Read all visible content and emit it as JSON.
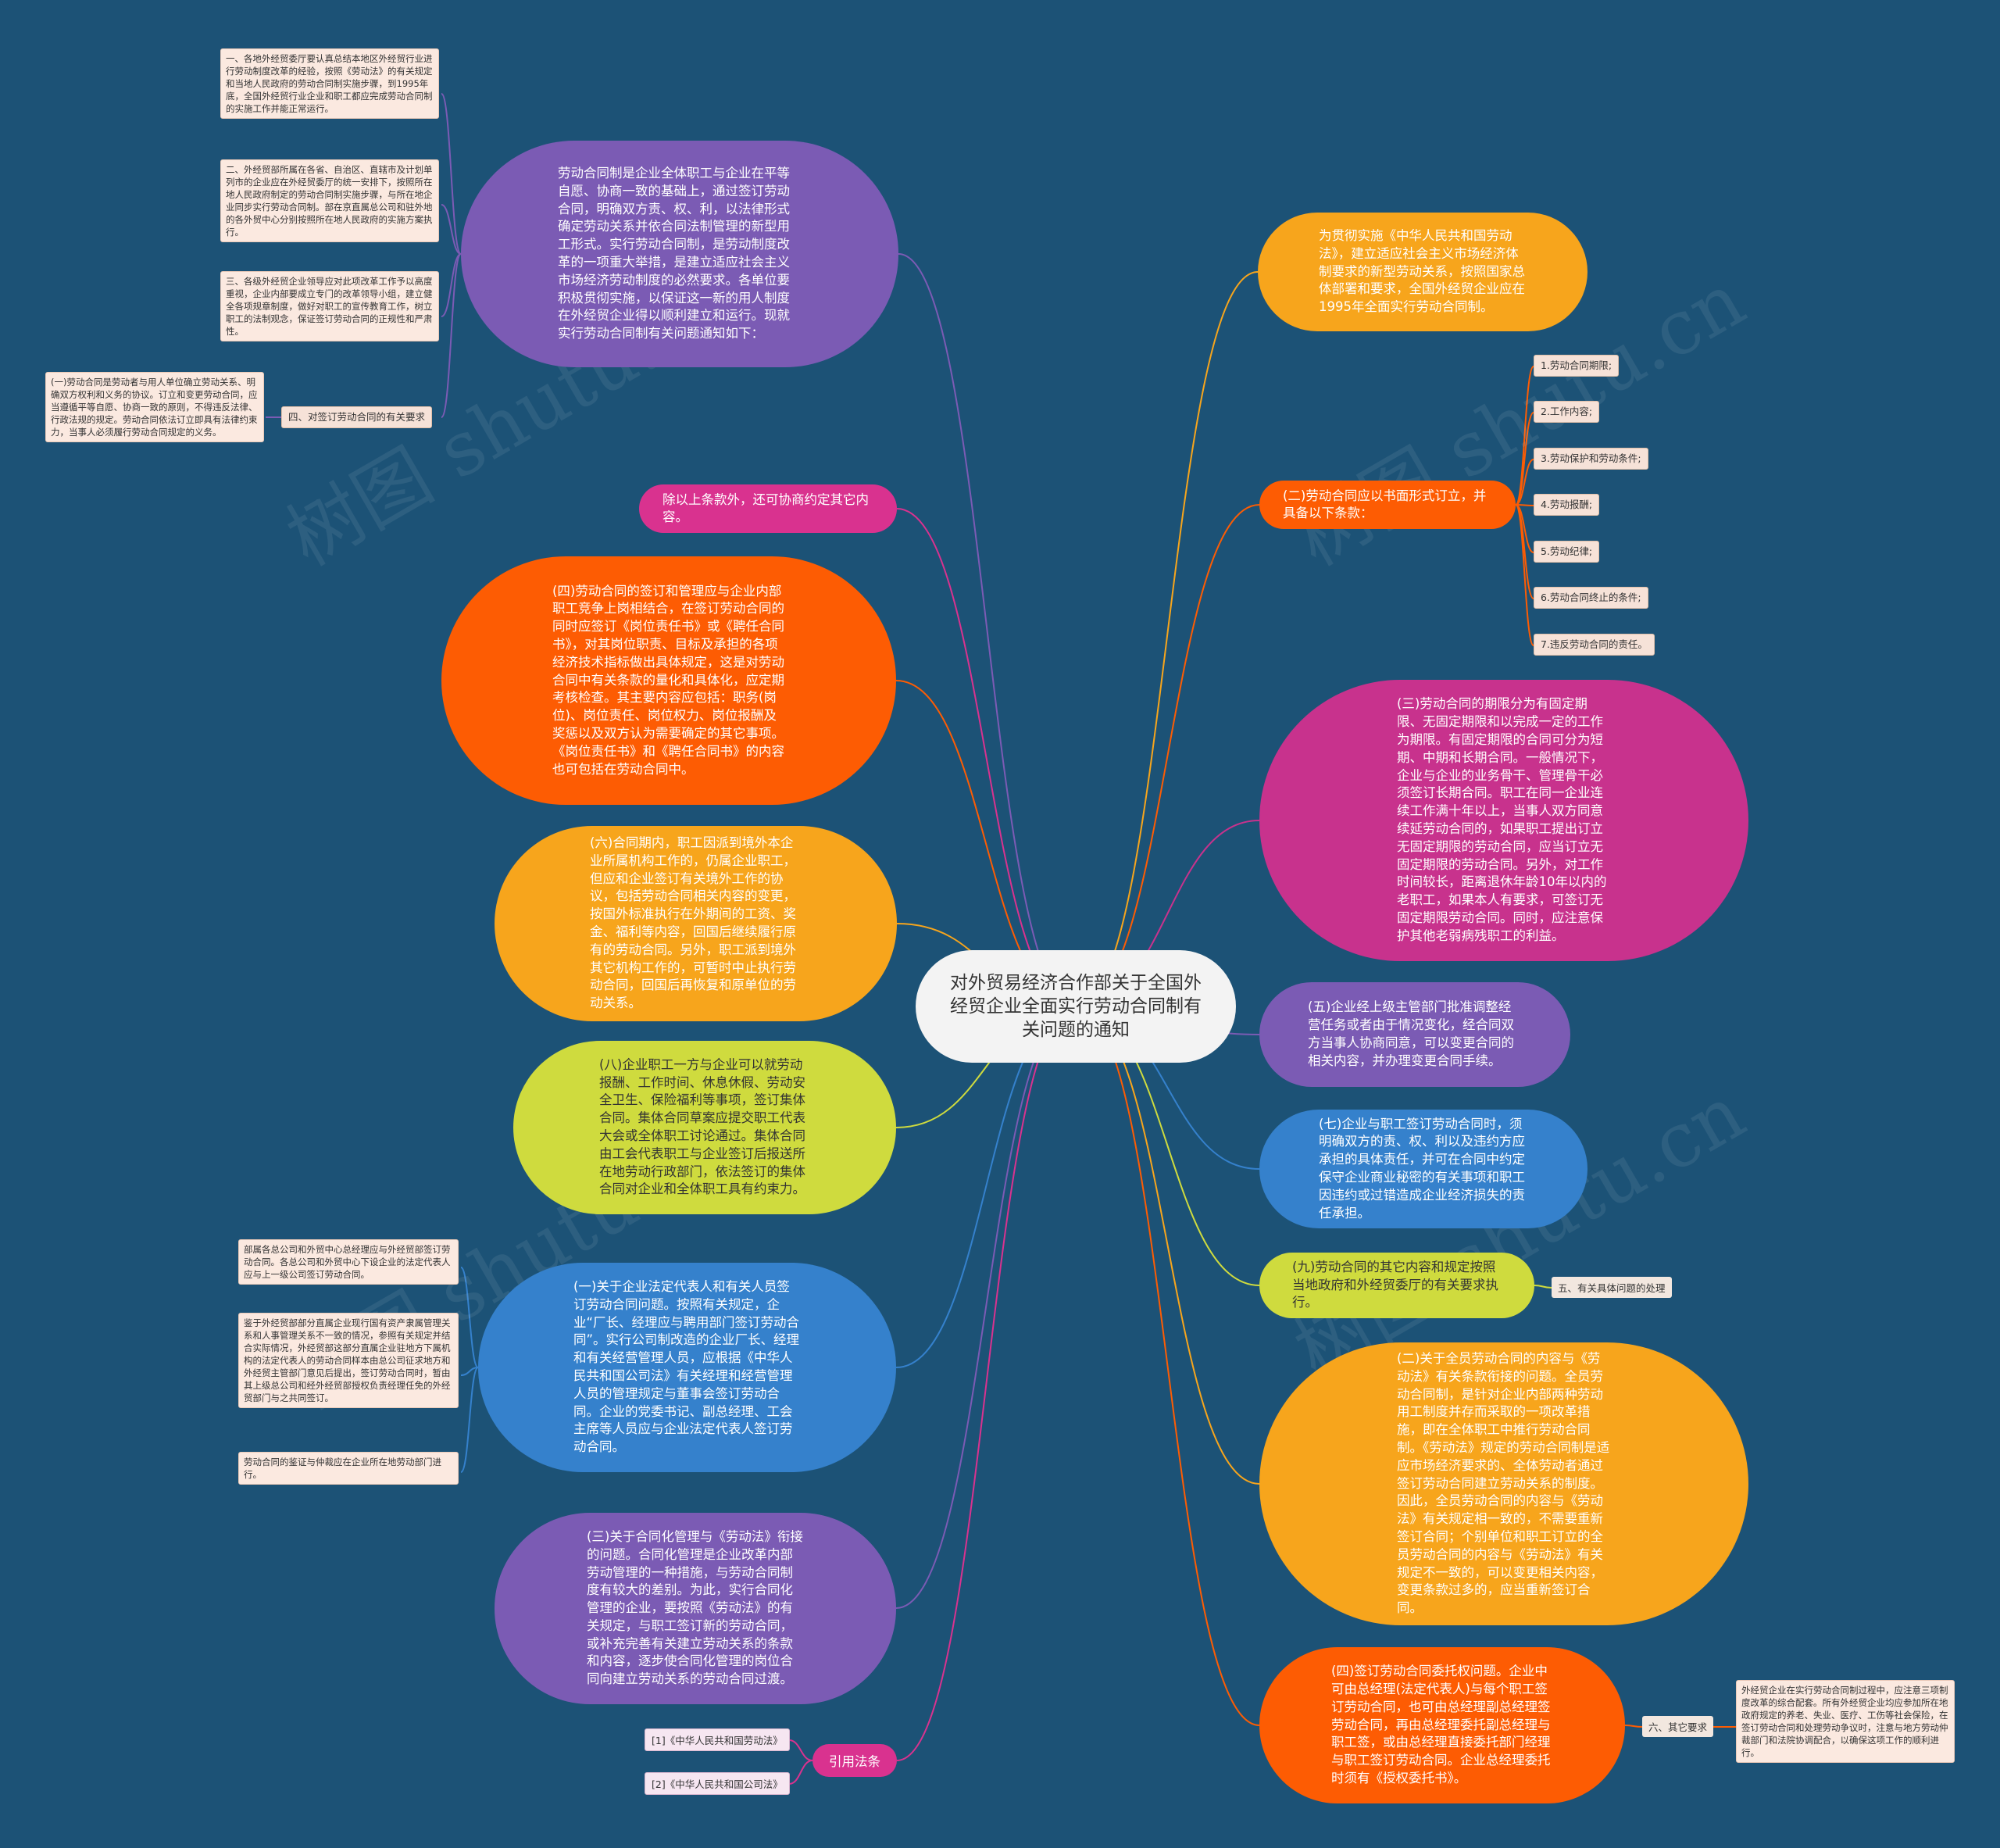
{
  "title": "对外贸易经济合作部关于全国外经贸企业全面实行劳动合同制有关问题的通知",
  "colors": {
    "background": "#1c5276",
    "purple": "#7b5bb4",
    "orange": "#f7a51c",
    "red": "#fd5c03",
    "magenta": "#c8328d",
    "blue": "#3581cc",
    "lime": "#cfdb3e",
    "pink": "#d9328f"
  },
  "left": {
    "purple_intro": "劳动合同制是企业全体职工与企业在平等自愿、协商一致的基础上，通过签订劳动合同，明确双方责、权、利，以法律形式确定劳动关系并依合同法制管理的新型用工形式。实行劳动合同制，是劳动制度改革的一项重大举措，是建立适应社会主义市场经济劳动制度的必然要求。各单位要积极贯彻实施，以保证这一新的用人制度在外经贸企业得以顺利建立和运行。现就实行劳动合同制有关问题通知如下：",
    "intro_notes": [
      "一、各地外经贸委厅要认真总结本地区外经贸行业进行劳动制度改革的经验，按照《劳动法》的有关规定和当地人民政府的劳动合同制实施步骤，到1995年底，全国外经贸行业企业和职工都应完成劳动合同制的实施工作并能正常运行。",
      "二、外经贸部所属在各省、自治区、直辖市及计划单列市的企业应在外经贸委厅的统一安排下，按照所在地人民政府制定的劳动合同制实施步骤，与所在地企业同步实行劳动合同制。部在京直属总公司和驻外地的各外贸中心分别按照所在地人民政府的实施方案执行。",
      "三、各级外经贸企业领导应对此项改革工作予以高度重视，企业内部要成立专门的改革领导小组，建立健全各项规章制度，做好对职工的宣传教育工作，树立职工的法制观念，保证签订劳动合同的正规性和严肃性。"
    ],
    "section4_label": "四、对签订劳动合同的有关要求",
    "section4_note": "(一)劳动合同是劳动者与用人单位确立劳动关系、明确双方权利和义务的协议。订立和变更劳动合同，应当遵循平等自愿、协商一致的原则，不得违反法律、行政法规的规定。劳动合同依法订立即具有法律约束力，当事人必须履行劳动合同规定的义务。",
    "extra_terms": "除以上条款外，还可协商约定其它内容。",
    "item4": "(四)劳动合同的签订和管理应与企业内部职工竞争上岗相结合，在签订劳动合同的同时应签订《岗位责任书》或《聘任合同书》，对其岗位职责、目标及承担的各项经济技术指标做出具体规定，这是对劳动合同中有关条款的量化和具体化，应定期考核检查。其主要内容应包括：职务(岗位)、岗位责任、岗位权力、岗位报酬及奖惩以及双方认为需要确定的其它事项。《岗位责任书》和《聘任合同书》的内容也可包括在劳动合同中。",
    "item6": "(六)合同期内，职工因派到境外本企业所属机构工作的，仍属企业职工，但应和企业签订有关境外工作的协议，包括劳动合同相关内容的变更，按国外标准执行在外期间的工资、奖金、福利等内容，回国后继续履行原有的劳动合同。另外，职工派到境外其它机构工作的，可暂时中止执行劳动合同，回国后再恢复和原单位的劳动关系。",
    "item8": "(八)企业职工一方与企业可以就劳动报酬、工作时间、休息休假、劳动安全卫生、保险福利等事项，签订集体合同。集体合同草案应提交职工代表大会或全体职工讨论通过。集体合同由工会代表职工与企业签订后报送所在地劳动行政部门，依法签订的集体合同对企业和全体职工具有约束力。",
    "special1": "(一)关于企业法定代表人和有关人员签订劳动合同问题。按照有关规定，企业“厂长、经理应与聘用部门签订劳动合同”。实行公司制改造的企业厂长、经理和有关经营管理人员，应根据《中华人民共和国公司法》有关经理和经营管理人员的管理规定与董事会签订劳动合同。企业的党委书记、副总经理、工会主席等人员应与企业法定代表人签订劳动合同。",
    "special1_notes": [
      "部属各总公司和外贸中心总经理应与外经贸部签订劳动合同。各总公司和外贸中心下设企业的法定代表人应与上一级公司签订劳动合同。",
      "鉴于外经贸部部分直属企业现行国有资产隶属管理关系和人事管理关系不一致的情况，参照有关规定并结合实际情况，外经贸部这部分直属企业驻地方下属机构的法定代表人的劳动合同样本由总公司征求地方和外经贸主管部门意见后提出，签订劳动合同时，暂由其上级总公司和经外经贸部授权负责经理任免的外经贸部门与之共同签订。",
      "劳动合同的鉴证与仲裁应在企业所在地劳动部门进行。"
    ],
    "special3": "(三)关于合同化管理与《劳动法》衔接的问题。合同化管理是企业改革内部劳动管理的一种措施，与劳动合同制度有较大的差别。为此，实行合同化管理的企业，要按照《劳动法》的有关规定，与职工签订新的劳动合同，或补充完善有关建立劳动关系的条款和内容，逐步使合同化管理的岗位合同向建立劳动关系的劳动合同过渡。",
    "refs_label": "引用法条",
    "refs": [
      "[1]《中华人民共和国劳动法》",
      "[2]《中华人民共和国公司法》"
    ]
  },
  "right": {
    "intro": "为贯彻实施《中华人民共和国劳动法》，建立适应社会主义市场经济体制要求的新型劳动关系，按照国家总体部署和要求，全国外经贸企业应在1995年全面实行劳动合同制。",
    "item2": "(二)劳动合同应以书面形式订立，并具备以下条款：",
    "item2_terms": [
      "1.劳动合同期限;",
      "2.工作内容;",
      "3.劳动保护和劳动条件;",
      "4.劳动报酬;",
      "5.劳动纪律;",
      "6.劳动合同终止的条件;",
      "7.违反劳动合同的责任。"
    ],
    "item3": "(三)劳动合同的期限分为有固定期限、无固定期限和以完成一定的工作为期限。有固定期限的合同可分为短期、中期和长期合同。一般情况下，企业与企业的业务骨干、管理骨干必须签订长期合同。职工在同一企业连续工作满十年以上，当事人双方同意续延劳动合同的，如果职工提出订立无固定期限的劳动合同，应当订立无固定期限的劳动合同。另外，对工作时间较长，距离退休年龄10年以内的老职工，如果本人有要求，可签订无固定期限劳动合同。同时，应注意保护其他老弱病残职工的利益。",
    "item5": "(五)企业经上级主管部门批准调整经营任务或者由于情况变化，经合同双方当事人协商同意，可以变更合同的相关内容，并办理变更合同手续。",
    "item7": "(七)企业与职工签订劳动合同时，须明确双方的责、权、利以及违约方应承担的具体责任，并可在合同中约定保守企业商业秘密的有关事项和职工因违约或过错造成企业经济损失的责任承担。",
    "item9": "(九)劳动合同的其它内容和规定按照当地政府和外经贸委厅的有关要求执行。",
    "section5_label": "五、有关具体问题的处理",
    "special2": "(二)关于全员劳动合同的内容与《劳动法》有关条款衔接的问题。全员劳动合同制，是针对企业内部两种劳动用工制度并存而采取的一项改革措施，即在全体职工中推行劳动合同制。《劳动法》规定的劳动合同制是适应市场经济要求的、全体劳动者通过签订劳动合同建立劳动关系的制度。因此，全员劳动合同的内容与《劳动法》有关规定相一致的，不需要重新签订合同；个别单位和职工订立的全员劳动合同的内容与《劳动法》有关规定不一致的，可以变更相关内容，变更条款过多的，应当重新签订合同。",
    "special4": "(四)签订劳动合同委托权问题。企业中可由总经理(法定代表人)与每个职工签订劳动合同，也可由总经理副总经理签劳动合同，再由总经理委托副总经理与职工签，或由总经理直接委托部门经理与职工签订劳动合同。企业总经理委托时须有《授权委托书》。",
    "section6_label": "六、其它要求",
    "section6_note": "外经贸企业在实行劳动合同制过程中，应注意三项制度改革的综合配套。所有外经贸企业均应参加所在地政府规定的养老、失业、医疗、工伤等社会保险，在签订劳动合同和处理劳动争议时，注意与地方劳动仲裁部门和法院协调配合，以确保这项工作的顺利进行。"
  },
  "watermark": "树图 shutu.cn"
}
